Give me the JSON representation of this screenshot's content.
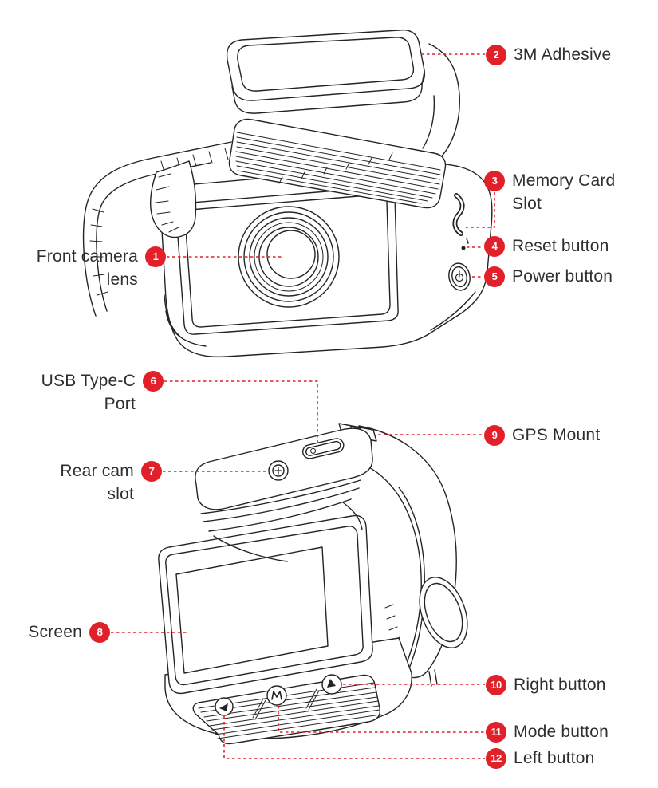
{
  "colors": {
    "accent_red": "#E2202A",
    "line_dark": "#242424",
    "label_text": "#2E2E2E",
    "background": "#FFFFFF"
  },
  "callouts": [
    {
      "num": "1",
      "text": "Front camera\nlens"
    },
    {
      "num": "2",
      "text": "3M Adhesive"
    },
    {
      "num": "3",
      "text": "Memory Card\nSlot"
    },
    {
      "num": "4",
      "text": "Reset button"
    },
    {
      "num": "5",
      "text": "Power button"
    },
    {
      "num": "6",
      "text": "USB Type-C\nPort"
    },
    {
      "num": "7",
      "text": "Rear cam\nslot"
    },
    {
      "num": "8",
      "text": "Screen"
    },
    {
      "num": "9",
      "text": "GPS Mount"
    },
    {
      "num": "10",
      "text": "Right button"
    },
    {
      "num": "11",
      "text": "Mode button"
    },
    {
      "num": "12",
      "text": "Left button"
    }
  ]
}
